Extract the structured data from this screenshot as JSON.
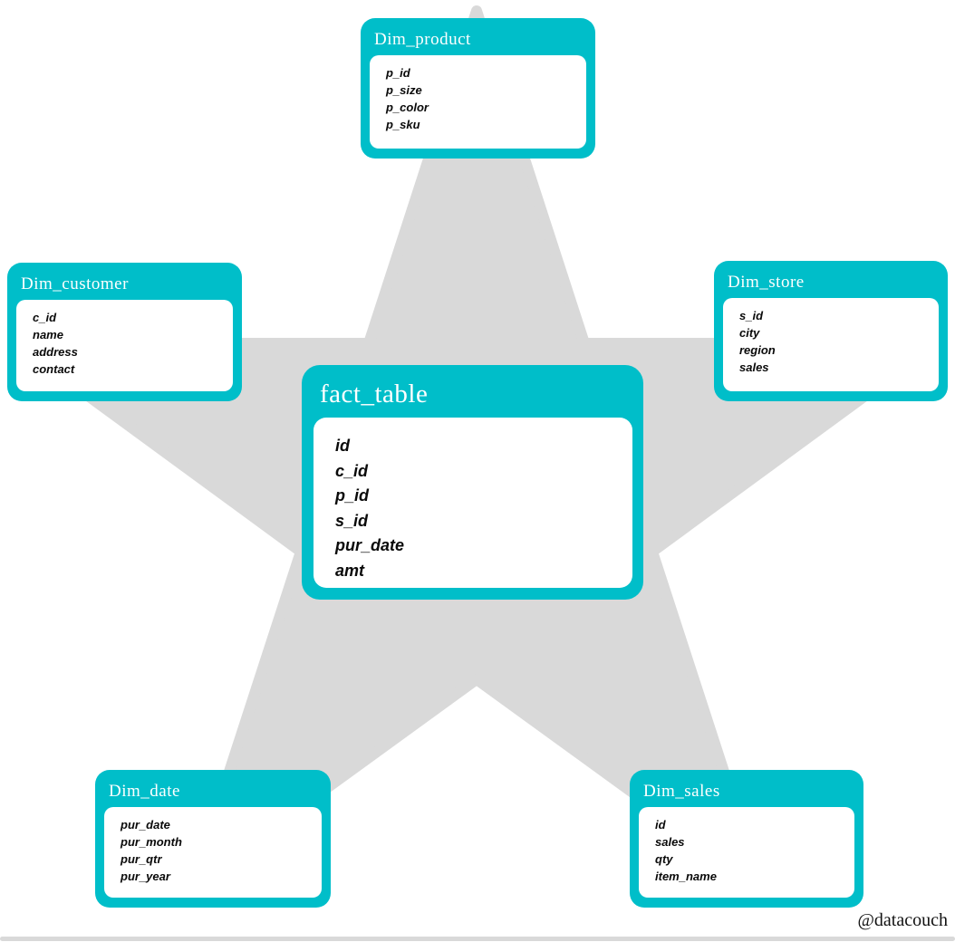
{
  "colors": {
    "accent": "#00BEC9",
    "star": "#D9D9D9",
    "header_text": "#FFFFFF",
    "field_text": "#0A0A0A"
  },
  "tables": {
    "product": {
      "name": "Dim_product",
      "fields": [
        "p_id",
        "p_size",
        "p_color",
        "p_sku"
      ]
    },
    "customer": {
      "name": "Dim_customer",
      "fields": [
        "c_id",
        "name",
        "address",
        "contact"
      ]
    },
    "store": {
      "name": "Dim_store",
      "fields": [
        "s_id",
        "city",
        "region",
        "sales"
      ]
    },
    "fact": {
      "name": "fact_table",
      "fields": [
        "id",
        "c_id",
        "p_id",
        "s_id",
        "pur_date",
        "amt"
      ]
    },
    "date": {
      "name": "Dim_date",
      "fields": [
        "pur_date",
        "pur_month",
        "pur_qtr",
        "pur_year"
      ]
    },
    "sales": {
      "name": "Dim_sales",
      "fields": [
        "id",
        "sales",
        "qty",
        "item_name"
      ]
    }
  },
  "footer": {
    "watermark": "@datacouch"
  }
}
